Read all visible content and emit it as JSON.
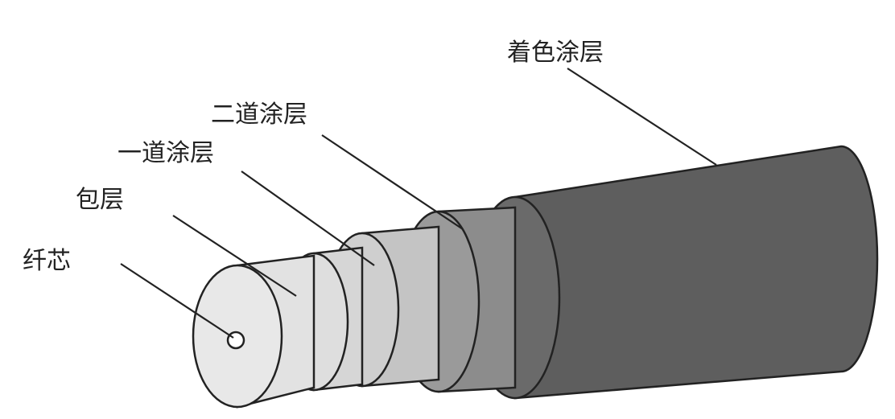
{
  "diagram": {
    "labels": {
      "colored_coating": "着色涂层",
      "secondary_coating": "二道涂层",
      "primary_coating": "一道涂层",
      "cladding": "包层",
      "core": "纤芯"
    },
    "colors": {
      "colored_coating": "#5e5e5e",
      "secondary_coating": "#8c8c8c",
      "primary_coating": "#cfcfcf",
      "cladding": "#dedede",
      "core_face": "#e8e8e8"
    }
  }
}
